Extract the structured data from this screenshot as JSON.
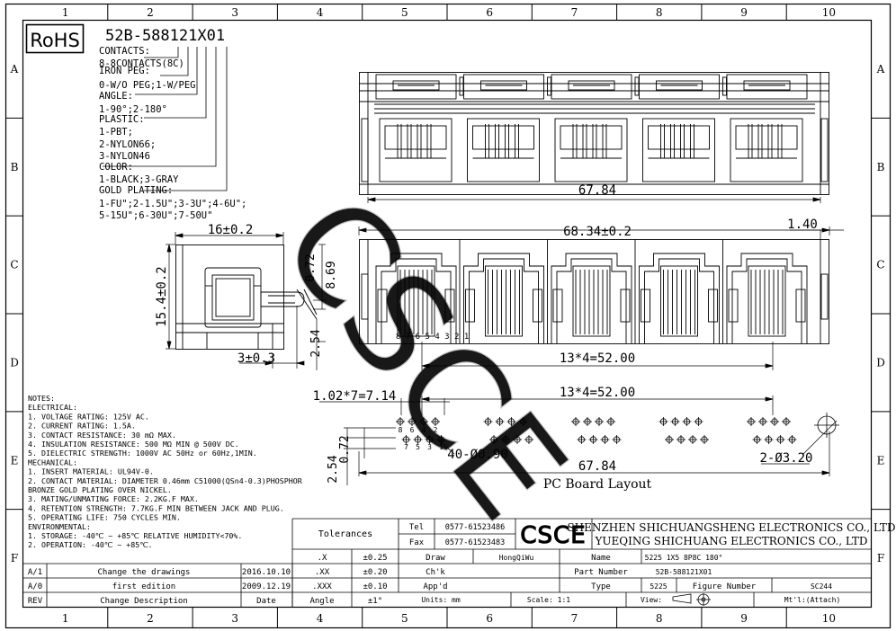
{
  "border": {
    "columns": [
      "1",
      "2",
      "3",
      "4",
      "5",
      "6",
      "7",
      "8",
      "9",
      "10"
    ],
    "rows": [
      "A",
      "B",
      "C",
      "D",
      "E",
      "F"
    ]
  },
  "rohs": "RoHS",
  "part_code": "52B-588121X01",
  "code_legend": [
    "CONTACTS:",
    "8-8CONTACTS(8C)",
    "IRON PEG:",
    "0-W/O PEG;1-W/PEG",
    "ANGLE:",
    "1-90°;2-180°",
    "PLASTIC:",
    "1-PBT;",
    "2-NYLON66;",
    "3-NYLON46",
    "COLOR:",
    "1-BLACK;3-GRAY",
    "GOLD PLATING:",
    "1-FU\";2-1.5U\";3-3U\";4-6U\";",
    "5-15U\";6-30U\";7-50U\""
  ],
  "dimensions": {
    "top_width": "67.84",
    "front_width": "68.34±0.2",
    "front_offset": "1.40",
    "pitch_front": "13*4=52.00",
    "side_width": "16±0.2",
    "side_height": "15.4±0.2",
    "side_072": "0.72",
    "side_869": "8.69",
    "side_254": "2.54",
    "side_base": "3±0.3",
    "pcb_pitch_top": "1.02*7=7.14",
    "pcb_pitch": "13*4=52.00",
    "pcb_holes": "40-Ø0.90",
    "pcb_mount": "2-Ø3.20",
    "pcb_254": "2.54",
    "pcb_072": "0.72",
    "pcb_width": "67.84",
    "pin_numbers": "8 7 6 5 4 3 2 1",
    "pcb_pin_top": [
      "8",
      "6",
      "4",
      "2"
    ],
    "pcb_pin_bottom": [
      "7",
      "5",
      "3",
      "1"
    ]
  },
  "pcb_title": "PC Board Layout",
  "notes": [
    "NOTES:",
    "ELECTRICAL:",
    "1. VOLTAGE RATING: 125V AC.",
    "2. CURRENT RATING: 1.5A.",
    "3. CONTACT RESISTANCE: 30 mΩ MAX.",
    "4. INSULATION RESISTANCE: 500 MΩ MIN @ 500V DC.",
    "5. DIELECTRIC STRENGTH: 1000V AC 50Hz or 60Hz,1MIN.",
    "MECHANICAL:",
    "1. INSERT MATERIAL: UL94V-0.",
    "2. CONTACT MATERIAL: DIAMETER 0.46mm C51000(QSn4-0.3)PHOSPHOR",
    "                BRONZE GOLD PLATING OVER NICKEL.",
    "3. MATING/UNMATING FORCE: 2.2KG.F MAX.",
    "4. RETENTION STRENGTH: 7.7KG.F MIN BETWEEN JACK AND PLUG.",
    "5. OPERATING LIFE: 750 CYCLES MIN.",
    "ENVIRONMENTAL:",
    "1. STORAGE: -40℃ ~ +85℃ RELATIVE HUMIDITY<70%.",
    "2. OPERATION: -40℃ ~ +85℃."
  ],
  "watermark": "CSCE",
  "title_block": {
    "tolerances": "Tolerances",
    "tol_x": ".X",
    "tol_x_val": "±0.25",
    "tol_xx": ".XX",
    "tol_xx_val": "±0.20",
    "tol_xxx": ".XXX",
    "tol_xxx_val": "±0.10",
    "angle": "Angle",
    "angle_val": "±1°",
    "tel_label": "Tel",
    "tel": "0577-61523486",
    "fax_label": "Fax",
    "fax": "0577-61523483",
    "logo": "CSCE",
    "company_1": "SHENZHEN SHICHUANGSHENG ELECTRONICS CO., LTD",
    "company_2": "YUEQING SHICHUANG ELECTRONICS CO., LTD",
    "draw_label": "Draw",
    "draw_val": "HongQiWu",
    "chk_label": "Ch'k",
    "appd_label": "App'd",
    "name_label": "Name",
    "name_val": "5225 1X5 8P8C 180°",
    "partno_label": "Part Number",
    "partno_val": "52B-588121X01",
    "type_label": "Type",
    "type_val": "5225",
    "figno_label": "Figure Number",
    "figno_val": "SC244",
    "units": "Units: mm",
    "scale": "Scale: 1:1",
    "view": "View:",
    "mtl": "Mt'l:(Attach)"
  },
  "revisions": [
    {
      "rev": "A/1",
      "desc": "Change the drawings",
      "date": "2016.10.10"
    },
    {
      "rev": "A/0",
      "desc": "first edition",
      "date": "2009.12.19"
    }
  ],
  "rev_header": {
    "rev": "REV",
    "desc": "Change Description",
    "date": "Date"
  }
}
